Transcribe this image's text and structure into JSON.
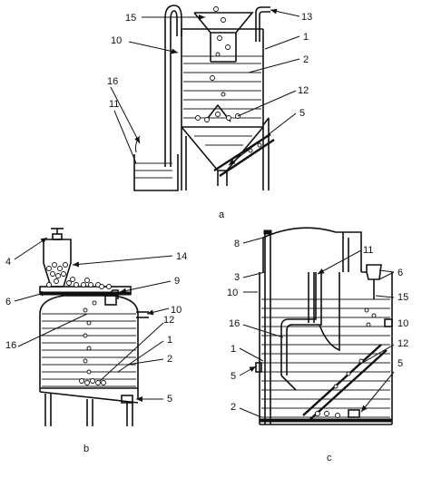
{
  "diagrams": [
    {
      "id": "a",
      "caption": "a",
      "labels": [
        "15",
        "13",
        "10",
        "1",
        "2",
        "16",
        "11",
        "12",
        "5"
      ]
    },
    {
      "id": "b",
      "caption": "b",
      "labels": [
        "14",
        "4",
        "9",
        "6",
        "10",
        "12",
        "16",
        "1",
        "2",
        "5"
      ]
    },
    {
      "id": "c",
      "caption": "c",
      "labels": [
        "8",
        "11",
        "3",
        "6",
        "10",
        "15",
        "10",
        "16",
        "12",
        "1",
        "5",
        "5",
        "2"
      ]
    }
  ]
}
